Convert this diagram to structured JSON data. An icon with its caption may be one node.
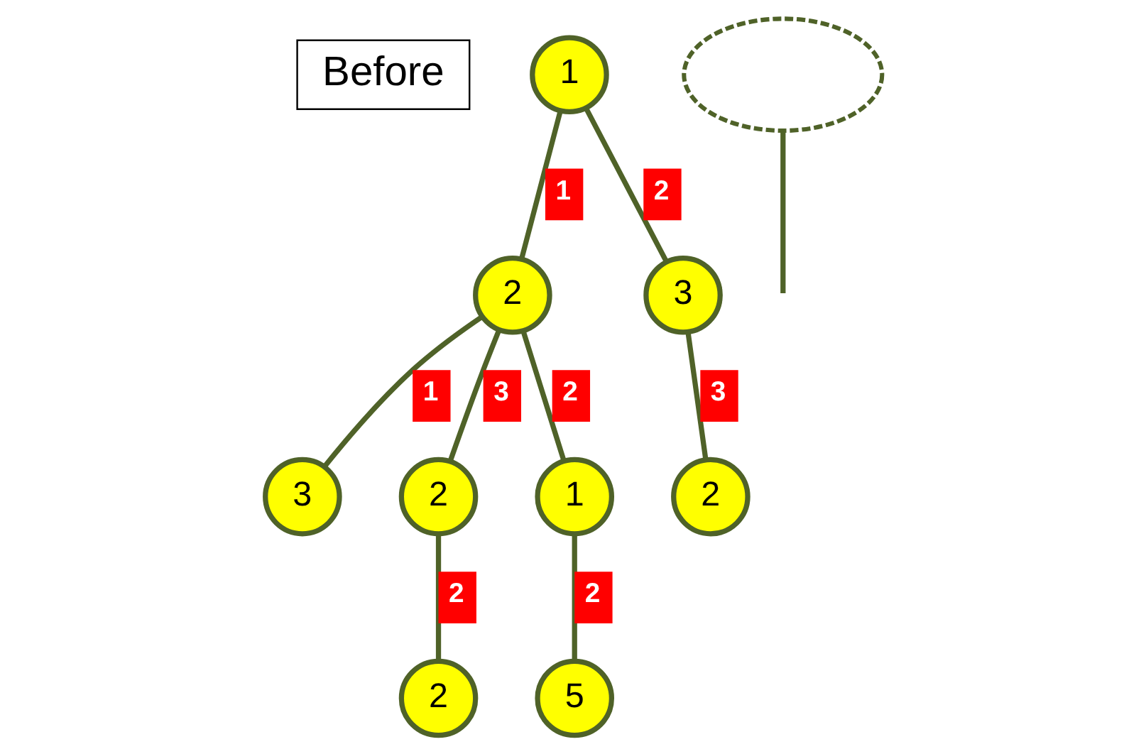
{
  "diagram": {
    "nodes": [
      {
        "text": [
          "Before"
        ]
      },
      {
        "text": [
          "1"
        ]
      },
      {
        "text": [
          "2"
        ]
      },
      {
        "text": [
          "3"
        ]
      },
      {
        "text": [
          "3"
        ]
      },
      {
        "text": [
          "2"
        ]
      },
      {
        "text": [
          "1"
        ]
      },
      {
        "text": [
          "2"
        ]
      },
      {
        "text": [
          "2"
        ]
      },
      {
        "text": [
          "5"
        ]
      },
      {
        "text": [],
        "shape": "ellipse"
      }
    ],
    "edges": [
      {
        "from": 1,
        "to": 2,
        "arrow": "none",
        "label": "1"
      },
      {
        "from": 1,
        "to": 3,
        "arrow": "none",
        "label": "2"
      },
      {
        "from": 2,
        "to": 4,
        "arrow": "none",
        "label": "1"
      },
      {
        "from": 2,
        "to": 5,
        "arrow": "none",
        "label": "3"
      },
      {
        "from": 2,
        "to": 6,
        "arrow": "none",
        "label": "2"
      },
      {
        "from": 3,
        "to": 7,
        "arrow": "none",
        "label": "3"
      },
      {
        "from": 5,
        "to": 8,
        "arrow": "none",
        "label": "2"
      },
      {
        "from": 6,
        "to": 9,
        "arrow": "none",
        "label": "2"
      },
      {
        "from": 10,
        "to": null,
        "arrow": "none"
      }
    ]
  }
}
